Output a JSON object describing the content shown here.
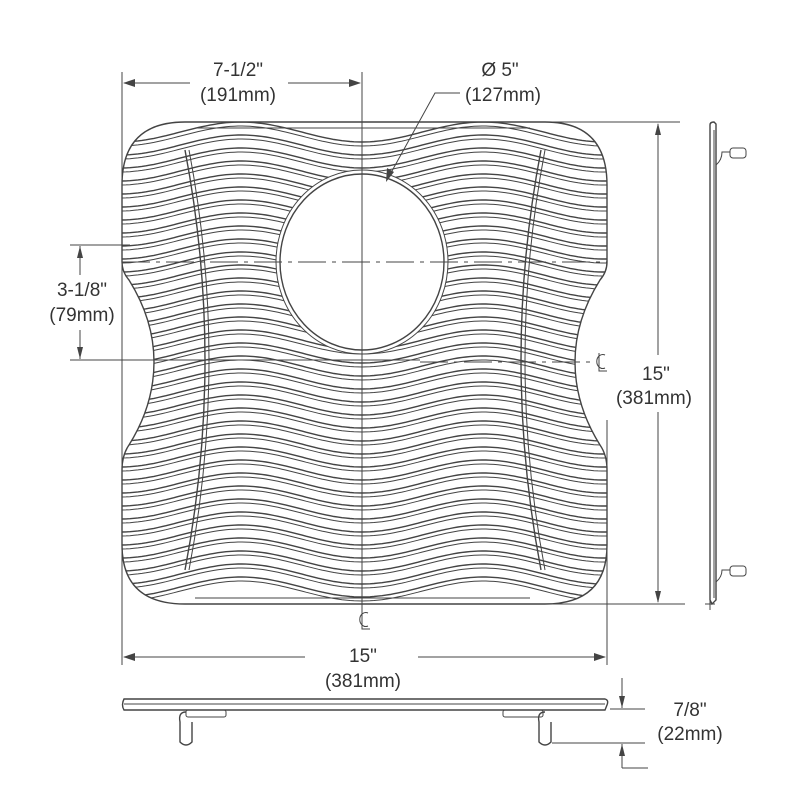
{
  "dimensions": {
    "half_width": {
      "imperial": "7-1/2\"",
      "metric": "(191mm)"
    },
    "drain_diameter": {
      "imperial": "Ø 5\"",
      "metric": "(127mm)"
    },
    "drain_offset": {
      "imperial": "3-1/8\"",
      "metric": "(79mm)"
    },
    "depth": {
      "imperial": "15\"",
      "metric": "(381mm)"
    },
    "width": {
      "imperial": "15\"",
      "metric": "(381mm)"
    },
    "height": {
      "imperial": "7/8\"",
      "metric": "(22mm)"
    }
  },
  "symbols": {
    "centerline": "CL"
  },
  "colors": {
    "line": "#444444",
    "background": "#ffffff"
  }
}
